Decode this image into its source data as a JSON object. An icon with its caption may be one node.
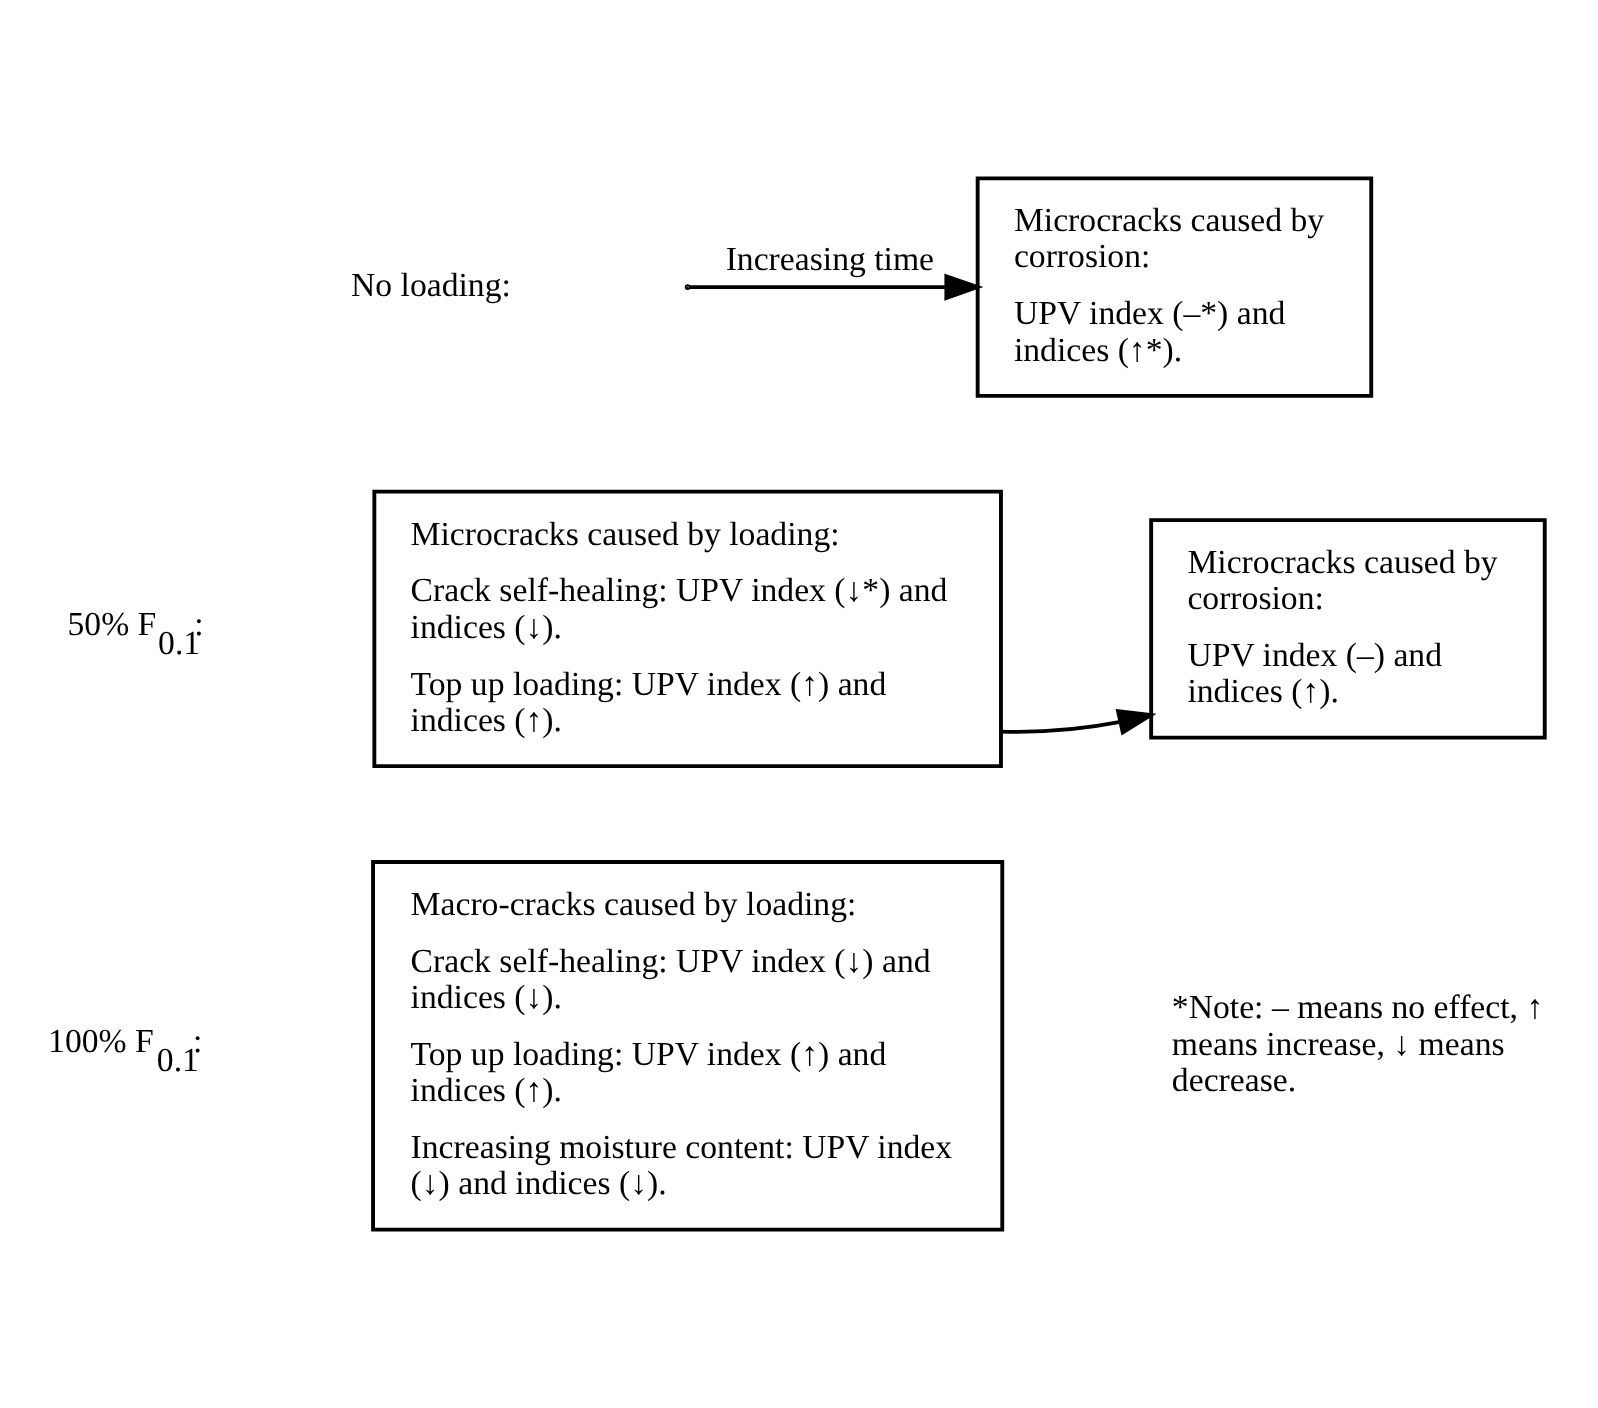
{
  "diagram": {
    "nodes": [
      {
        "text": [
          "Microcracks caused by corrosion:",
          "UPV index (–*) and indices (↑*)."
        ]
      },
      {
        "text": [
          "Microcracks caused by loading:",
          "Crack self-healing: UPV index (↓*) and indices (↓).",
          "Top up loading: UPV index (↑) and indices (↑)."
        ]
      },
      {
        "text": [
          "Microcracks caused by corrosion:",
          "UPV index (–) and indices (↑)."
        ]
      },
      {
        "text": [
          "Macro-cracks caused by loading:",
          "Crack self-healing: UPV index (↓) and indices (↓).",
          "Top up loading: UPV index (↑) and indices (↑).",
          "Increasing moisture content: UPV index (↓) and indices (↓)."
        ]
      }
    ],
    "edges": [
      {
        "from": null,
        "to": 0,
        "arrow": "to",
        "label": "Increasing time"
      },
      {
        "from": 1,
        "to": 2,
        "arrow": "to"
      }
    ],
    "labels": [
      "No loading:",
      "50% F$_{0.1}$:",
      "100% F$_{0.1}$:",
      "*Note: – means no effect, ↑ means increase, ↓ means decrease."
    ]
  }
}
